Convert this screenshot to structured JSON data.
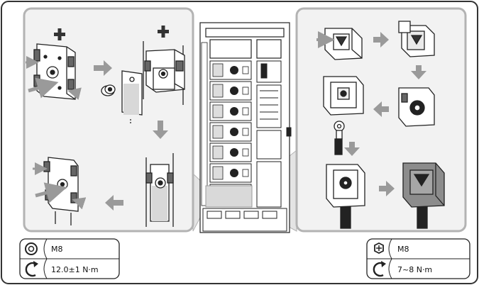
{
  "colors": {
    "panel_fill": "#f2f2f2",
    "panel_border": "#b3b3b3",
    "arrow_gray": "#9a9a9a",
    "cable_dark": "#222222",
    "ink": "#111111"
  },
  "spec_left": {
    "bolt_icon": "hex-nut-icon",
    "torque_icon": "rotate-arrow-icon",
    "bolt_size": "M8",
    "torque": "12.0±1 N·m"
  },
  "spec_right": {
    "bolt_icon": "hex-bolt-icon",
    "torque_icon": "rotate-arrow-icon",
    "bolt_size": "M8",
    "torque": "7~8 N·m"
  }
}
